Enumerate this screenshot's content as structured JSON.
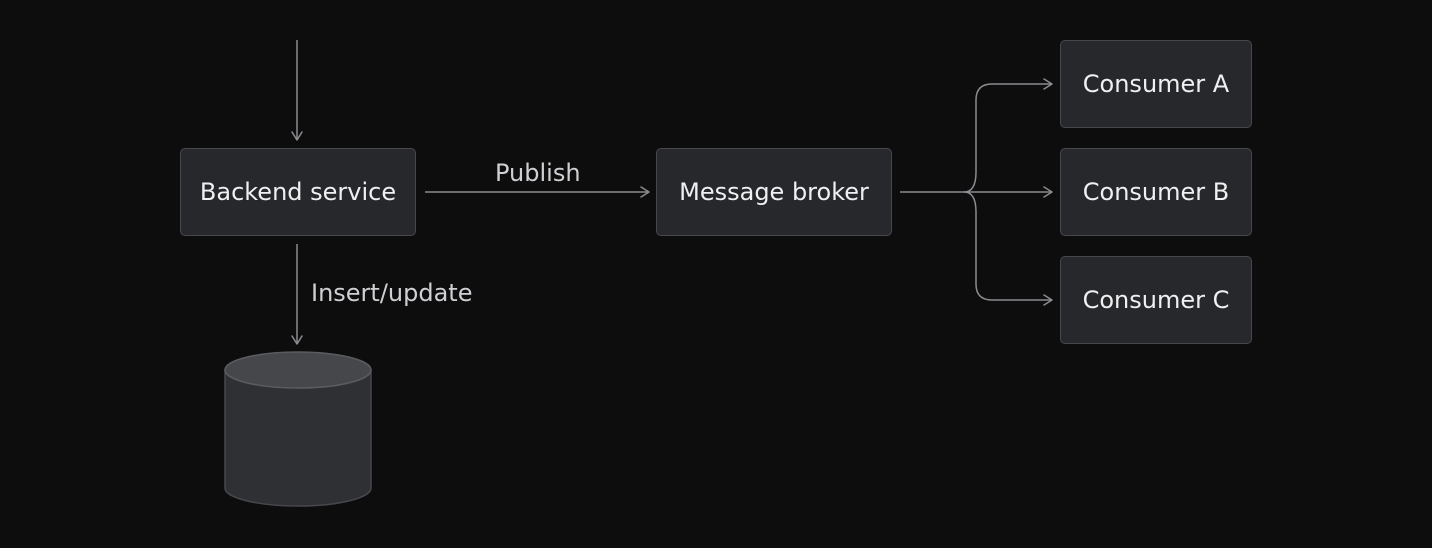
{
  "diagram": {
    "nodes": {
      "backend_service": "Backend service",
      "message_broker": "Message broker",
      "consumer_a": "Consumer A",
      "consumer_b": "Consumer B",
      "consumer_c": "Consumer C"
    },
    "edge_labels": {
      "publish": "Publish",
      "insert_update": "Insert/update"
    },
    "colors": {
      "background": "#0d0d0e",
      "node_fill": "#27282b",
      "node_border": "#46484d",
      "node_text": "#f0f0f2",
      "edge_line": "#8a8c90",
      "label_text": "#cfd0d3",
      "database_body": "#2f3033",
      "database_top": "#46474b"
    },
    "icons": {
      "database": "database-cylinder-icon"
    }
  }
}
